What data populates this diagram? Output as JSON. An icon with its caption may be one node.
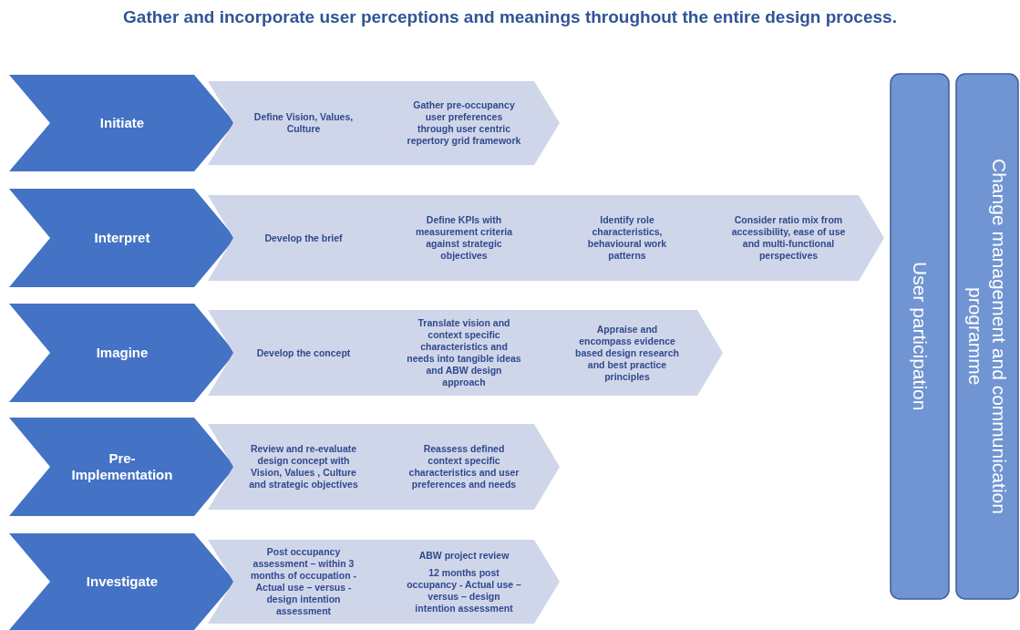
{
  "diagram": {
    "title": "Gather and incorporate user perceptions and meanings throughout the entire design process.",
    "nodes": [
      {
        "text": [
          "Initiate"
        ]
      },
      {
        "text": [
          "Define Vision, Values, Culture"
        ]
      },
      {
        "text": [
          "Gather pre-occupancy user preferences through user centric repertory grid framework"
        ]
      },
      {
        "text": [
          "Interpret"
        ]
      },
      {
        "text": [
          "Develop the brief"
        ]
      },
      {
        "text": [
          "Define KPIs with measurement criteria against strategic objectives"
        ]
      },
      {
        "text": [
          "Identify role characteristics, behavioural work patterns"
        ]
      },
      {
        "text": [
          "Consider ratio mix from accessibility, ease of use and multi-functional perspectives"
        ]
      },
      {
        "text": [
          "Imagine"
        ]
      },
      {
        "text": [
          "Develop the concept"
        ]
      },
      {
        "text": [
          "Translate vision and context specific characteristics and needs into tangible ideas and ABW design approach"
        ]
      },
      {
        "text": [
          "Appraise and encompass evidence based design research and best practice principles"
        ]
      },
      {
        "text": [
          "Pre-Implementation"
        ]
      },
      {
        "text": [
          "Review and re-evaluate design concept with Vision, Values , Culture and strategic objectives"
        ]
      },
      {
        "text": [
          "Reassess defined context specific characteristics and user preferences and needs"
        ]
      },
      {
        "text": [
          "Investigate"
        ]
      },
      {
        "text": [
          "Post occupancy assessment – within 3 months of occupation - Actual use – versus - design intention assessment"
        ]
      },
      {
        "text": [
          "ABW project review",
          "12 months post occupancy - Actual use – versus – design intention assessment"
        ]
      },
      {
        "text": [
          "User participation"
        ]
      },
      {
        "text": [
          "Change management and communication programme"
        ]
      }
    ]
  }
}
